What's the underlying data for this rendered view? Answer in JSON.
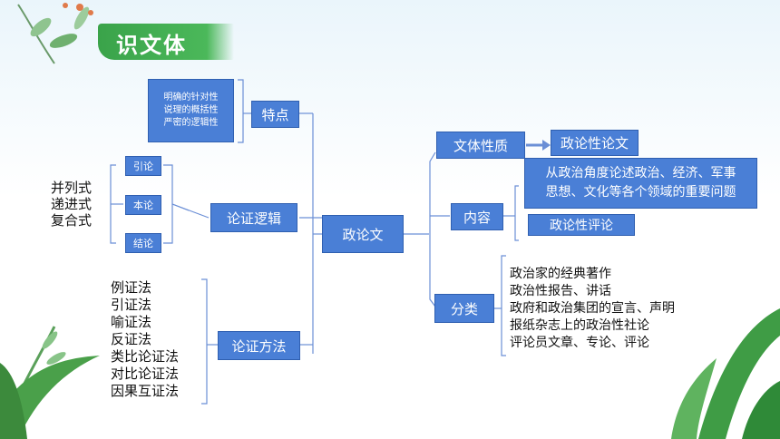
{
  "title": "识文体",
  "center": "政论文",
  "left": {
    "features_label": "特点",
    "features": [
      "明确的针对性",
      "说理的概括性",
      "严密的逻辑性"
    ],
    "logic_label": "论证逻辑",
    "logic_parts": [
      "引论",
      "本论",
      "结论"
    ],
    "structure_types": [
      "并列式",
      "递进式",
      "复合式"
    ],
    "methods_label": "论证方法",
    "methods": [
      "例证法",
      "引证法",
      "喻证法",
      "反证法",
      "类比论证法",
      "对比论证法",
      "因果互证法"
    ]
  },
  "right": {
    "nature_label": "文体性质",
    "nature_value": "政论性论文",
    "content_label": "内容",
    "content_lines": [
      "从政治角度论述政治、经济、军事",
      "思想、文化等各个领域的重要问题"
    ],
    "content_sub": "政论性评论",
    "category_label": "分类",
    "categories": [
      "政治家的经典著作",
      "政治性报告、讲话",
      "政府和政治集团的宣言、声明",
      "报纸杂志上的政治性社论",
      "评论员文章、专论、评论"
    ]
  },
  "colors": {
    "box": "#4a7fd6",
    "line": "#6b8fd6",
    "banner": "#3aa34a"
  }
}
